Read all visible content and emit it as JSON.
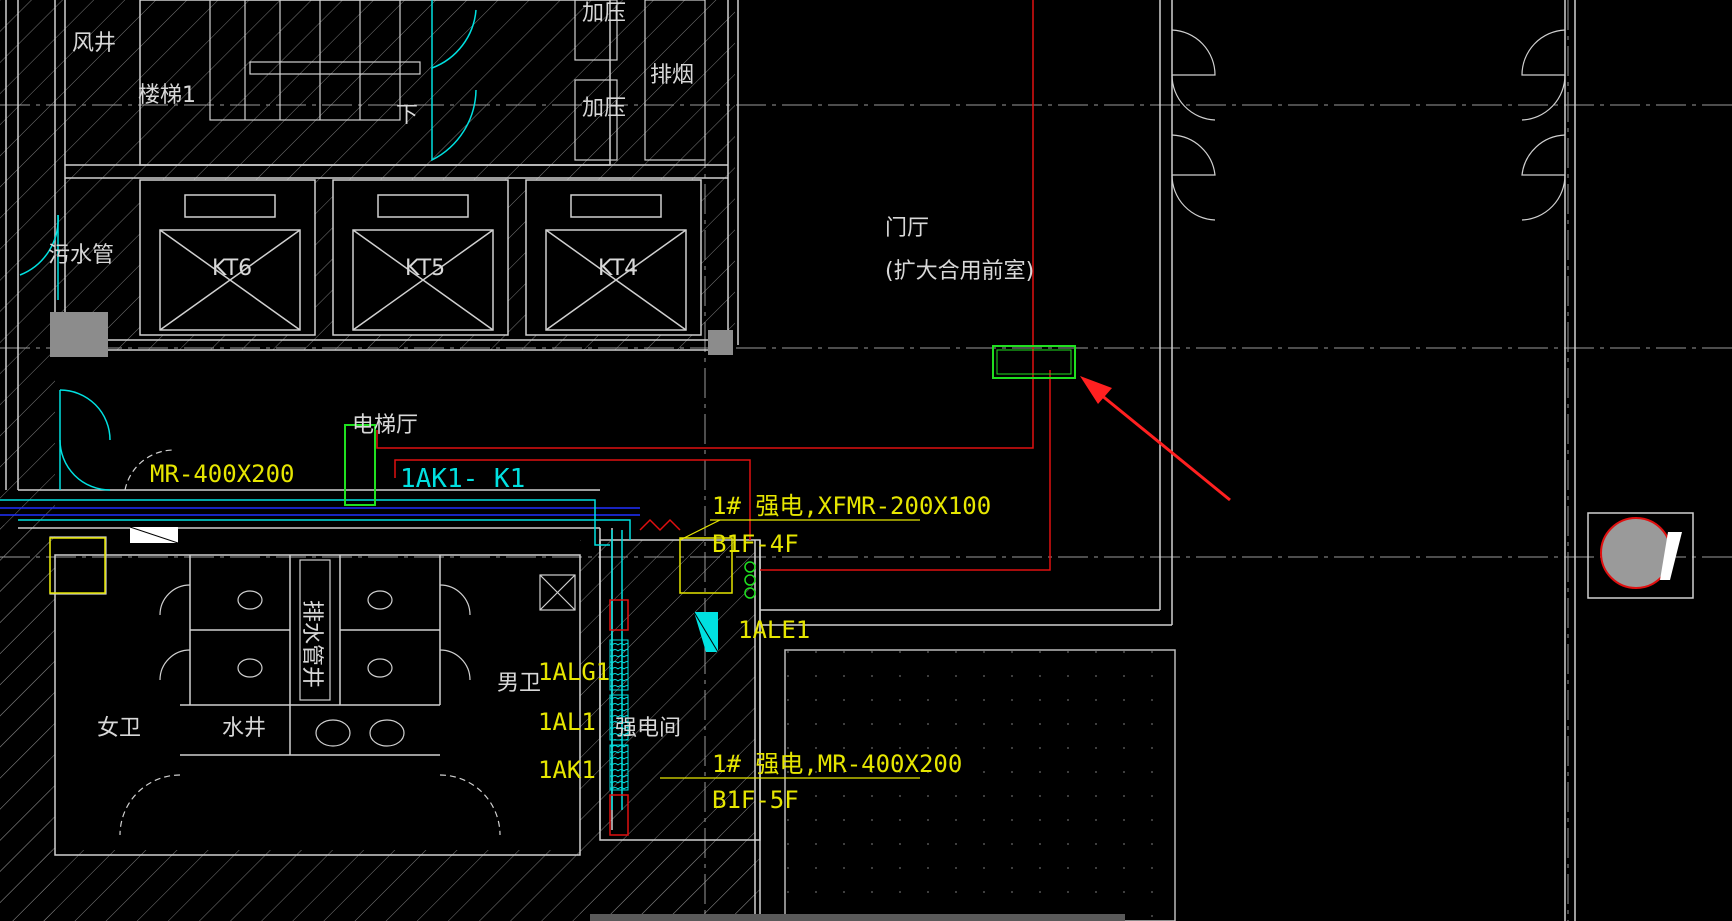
{
  "labels": {
    "air_shaft": "风井",
    "stair": "楼梯1",
    "down": "下",
    "pressurize_1": "加压",
    "pressurize_2": "加压",
    "exhaust": "排烟",
    "sewer_pipe": "污水管",
    "elevator_6": "KT6",
    "elevator_5": "KT5",
    "elevator_4": "KT4",
    "lobby": "门厅",
    "lobby_sub": "(扩大合用前室)",
    "elevator_hall": "电梯厅",
    "panel_k1": "1AK1- K1",
    "bus_mr": "MR-400X200",
    "bus_xfmr": "1# 强电,XFMR-200X100",
    "floor_xfmr": "B1F-4F",
    "ale1": "1ALE1",
    "alg1": "1ALG1",
    "al1": "1AL1",
    "ak1": "1AK1",
    "electrical_room": "强电间",
    "bus_mr_2": "1# 强电,MR-400X200",
    "floor_mr": "B1F-5F",
    "mens_wc": "男卫",
    "womens_wc": "女卫",
    "water_well": "水井",
    "drain_pipe": "排水管井"
  },
  "colors": {
    "background": "#000000",
    "wall": "#d0d0d0",
    "hatch": "#8a8a8a",
    "red_line": "#e01010",
    "cyan": "#00e0e0",
    "yellow": "#e6e600",
    "green": "#20e020",
    "blue": "#2030ff",
    "arrow": "#ff2020"
  }
}
